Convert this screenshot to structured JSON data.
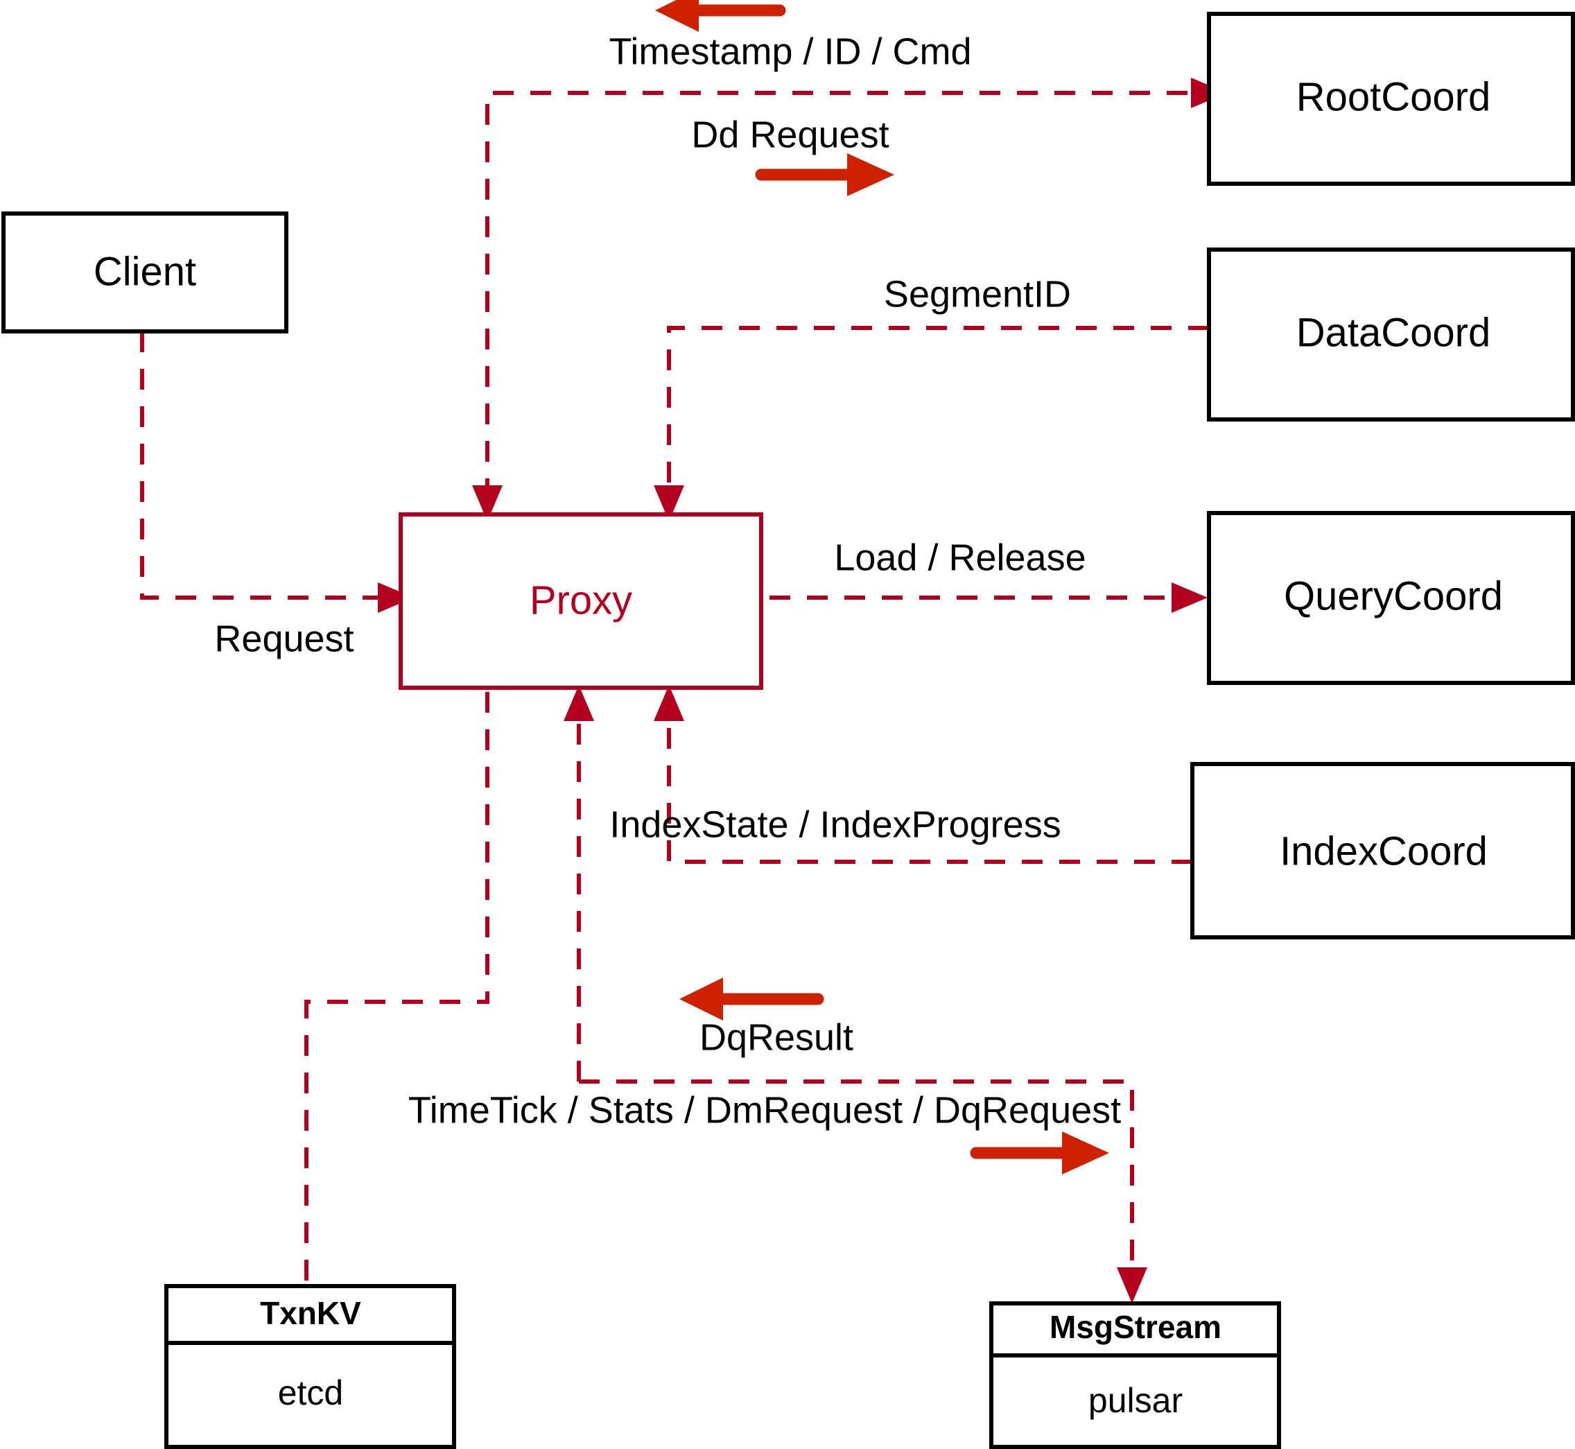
{
  "diagram": {
    "title": "Milvus Proxy interaction diagram",
    "colors": {
      "flow_line": "#B3001E",
      "direction_arrow": "#CC2200",
      "node_stroke": "#000000",
      "background": "#FFFFFF"
    },
    "nodes": [
      {
        "id": "client",
        "label": "Client",
        "style": "plain"
      },
      {
        "id": "proxy",
        "label": "Proxy",
        "style": "accent"
      },
      {
        "id": "rootcoord",
        "label": "RootCoord",
        "style": "plain"
      },
      {
        "id": "datacoord",
        "label": "DataCoord",
        "style": "plain"
      },
      {
        "id": "querycoord",
        "label": "QueryCoord",
        "style": "plain"
      },
      {
        "id": "indexcoord",
        "label": "IndexCoord",
        "style": "plain"
      },
      {
        "id": "txnkv",
        "label": "TxnKV",
        "sub": "etcd",
        "style": "compartment"
      },
      {
        "id": "msgstream",
        "label": "MsgStream",
        "sub": "pulsar",
        "style": "compartment"
      }
    ],
    "edge_labels": [
      {
        "id": "timestamp-id-cmd",
        "text": "Timestamp / ID / Cmd",
        "direction": "left"
      },
      {
        "id": "dd-request",
        "text": "Dd Request",
        "direction": "right"
      },
      {
        "id": "segmentid",
        "text": "SegmentID",
        "direction": "none"
      },
      {
        "id": "load-release",
        "text": "Load / Release",
        "direction": "none"
      },
      {
        "id": "request",
        "text": "Request",
        "direction": "none"
      },
      {
        "id": "indexstate",
        "text": "IndexState / IndexProgress",
        "direction": "none"
      },
      {
        "id": "dqresult",
        "text": "DqResult",
        "direction": "left"
      },
      {
        "id": "timetick",
        "text": "TimeTick / Stats / DmRequest / DqRequest",
        "direction": "right"
      }
    ]
  }
}
